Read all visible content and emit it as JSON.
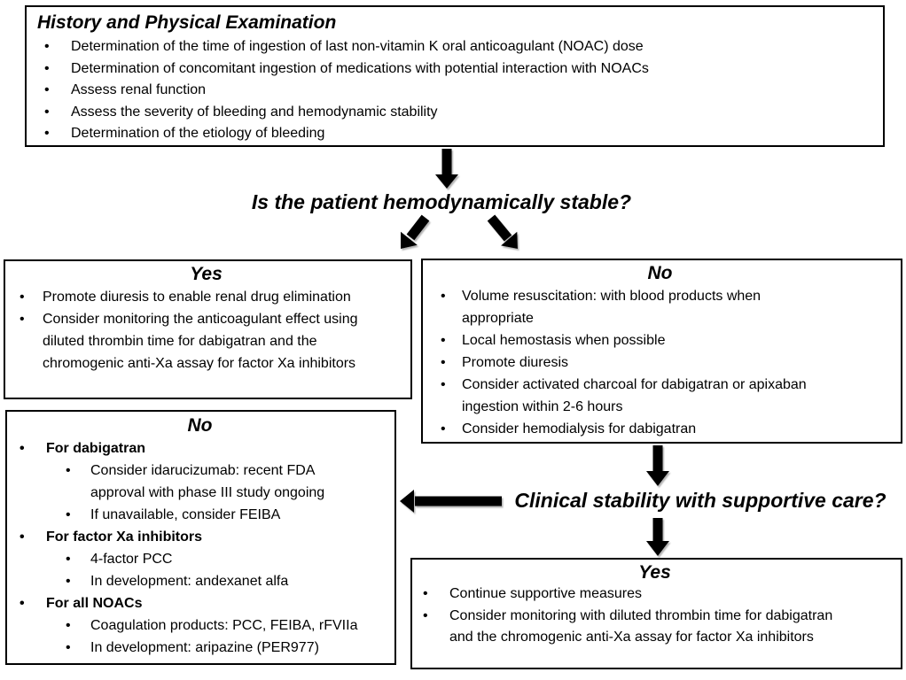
{
  "questions": {
    "hemodynamic": "Is the patient hemodynamically stable?",
    "clinical_stability": "Clinical stability with supportive care?"
  },
  "boxes": {
    "history": {
      "title": "History and Physical Examination",
      "bullets": [
        "Determination of the time of ingestion of last non-vitamin K oral anticoagulant (NOAC) dose",
        "Determination of concomitant ingestion of medications with potential interaction with NOACs",
        "Assess renal function",
        "Assess the severity of bleeding and hemodynamic stability",
        "Determination of the etiology of bleeding"
      ]
    },
    "stable_yes": {
      "title": "Yes",
      "bullets": [
        "Promote diuresis to enable renal drug elimination",
        "Consider monitoring the anticoagulant effect using diluted thrombin time for dabigatran and the chromogenic anti-Xa assay for factor Xa inhibitors"
      ]
    },
    "stable_no": {
      "title": "No",
      "bullets": [
        "Volume resuscitation: with blood products when appropriate",
        "Local hemostasis when possible",
        "Promote diuresis",
        "Consider activated charcoal for dabigatran or apixaban ingestion within 2-6 hours",
        "Consider hemodialysis for dabigatran"
      ]
    },
    "reversal_no": {
      "title": "No",
      "groups": [
        {
          "label": "For dabigatran",
          "items": [
            "Consider idarucizumab: recent FDA approval with phase III study ongoing",
            "If unavailable, consider FEIBA"
          ]
        },
        {
          "label": "For factor Xa inhibitors",
          "items": [
            "4-factor PCC",
            "In development: andexanet alfa"
          ]
        },
        {
          "label": "For all NOACs",
          "items": [
            "Coagulation products: PCC, FEIBA, rFVIIa",
            "In development: aripazine (PER977)"
          ]
        }
      ]
    },
    "supportive_yes": {
      "title": "Yes",
      "bullets": [
        "Continue supportive measures",
        "Consider monitoring with diluted thrombin time for dabigatran and the chromogenic anti-Xa assay for factor Xa inhibitors"
      ]
    }
  },
  "colors": {
    "background": "#ffffff",
    "text": "#000000",
    "box_border": "#000000",
    "arrow": "#000000"
  }
}
